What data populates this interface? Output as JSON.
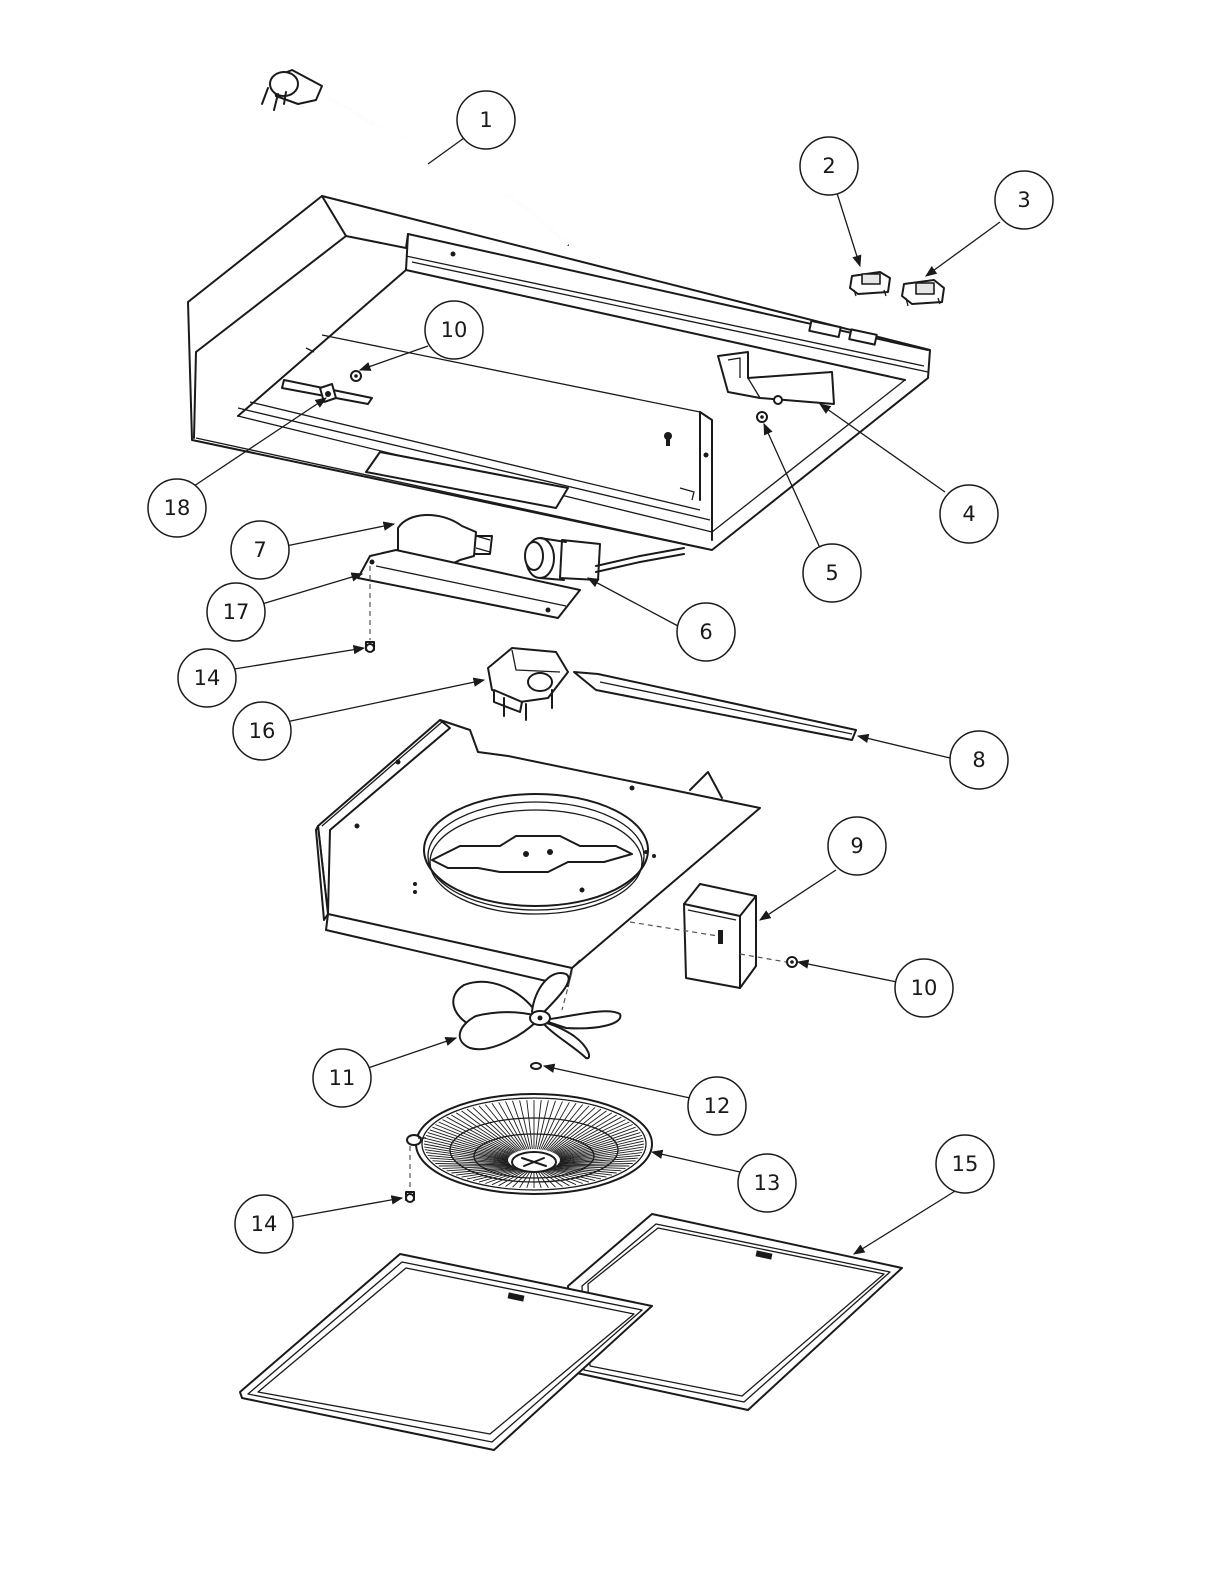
{
  "callouts": {
    "c1": "1",
    "c2": "2",
    "c3": "3",
    "c4": "4",
    "c5": "5",
    "c6": "6",
    "c7": "7",
    "c8": "8",
    "c9": "9",
    "c10a": "10",
    "c10b": "10",
    "c11": "11",
    "c12": "12",
    "c13": "13",
    "c14a": "14",
    "c14b": "14",
    "c15": "15",
    "c16": "16",
    "c17": "17",
    "c18": "18"
  }
}
